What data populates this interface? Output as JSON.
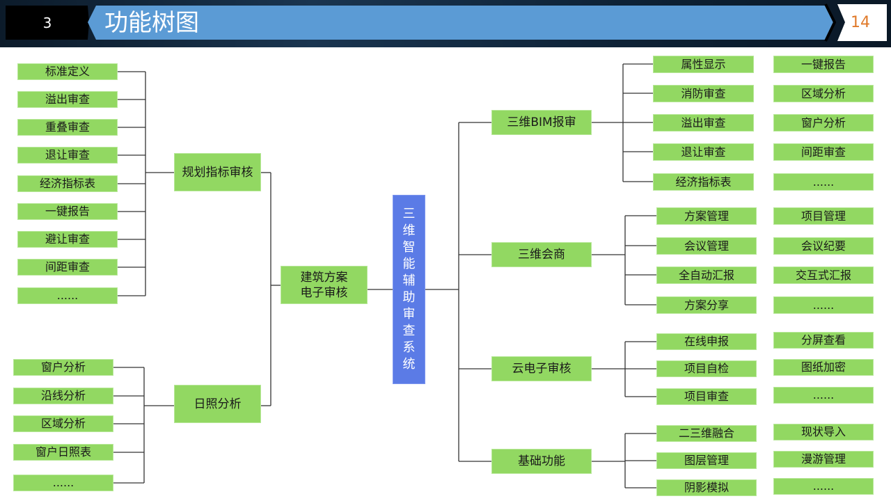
{
  "header": {
    "section_number": "3",
    "title": "功能树图",
    "page_number": "14"
  },
  "diagram": {
    "root": "三维智能辅助审查系统",
    "left": {
      "group": "建筑方案电子审核",
      "group_lines": [
        "建筑方案",
        "电子审核"
      ],
      "branches": [
        {
          "label": "规划指标审核",
          "items": [
            "标准定义",
            "溢出审查",
            "重叠审查",
            "退让审查",
            "经济指标表",
            "一键报告",
            "避让审查",
            "间距审查",
            "......"
          ]
        },
        {
          "label": "日照分析",
          "items": [
            "窗户分析",
            "沿线分析",
            "区域分析",
            "窗户日照表",
            "......"
          ]
        }
      ]
    },
    "right": [
      {
        "label": "三维BIM报审",
        "items": [
          "属性显示",
          "消防审查",
          "溢出审查",
          "退让审查",
          "经济指标表"
        ],
        "extras": [
          "一键报告",
          "区域分析",
          "窗户分析",
          "间距审查",
          "......"
        ]
      },
      {
        "label": "三维会商",
        "items": [
          "方案管理",
          "会议管理",
          "全自动汇报",
          "方案分享"
        ],
        "extras": [
          "项目管理",
          "会议纪要",
          "交互式汇报",
          "......"
        ]
      },
      {
        "label": "云电子审核",
        "items": [
          "在线申报",
          "项目自检",
          "项目审查"
        ],
        "extras": [
          "分屏查看",
          "图纸加密",
          "......"
        ]
      },
      {
        "label": "基础功能",
        "items": [
          "二三维融合",
          "图层管理",
          "阴影模拟"
        ],
        "extras": [
          "现状导入",
          "漫游管理",
          "......"
        ]
      }
    ]
  },
  "colors": {
    "node": "#92d862",
    "root": "#5b7be6",
    "title_bar": "#5b9bd5",
    "page_number": "#e07a2a",
    "connector": "#333333"
  }
}
